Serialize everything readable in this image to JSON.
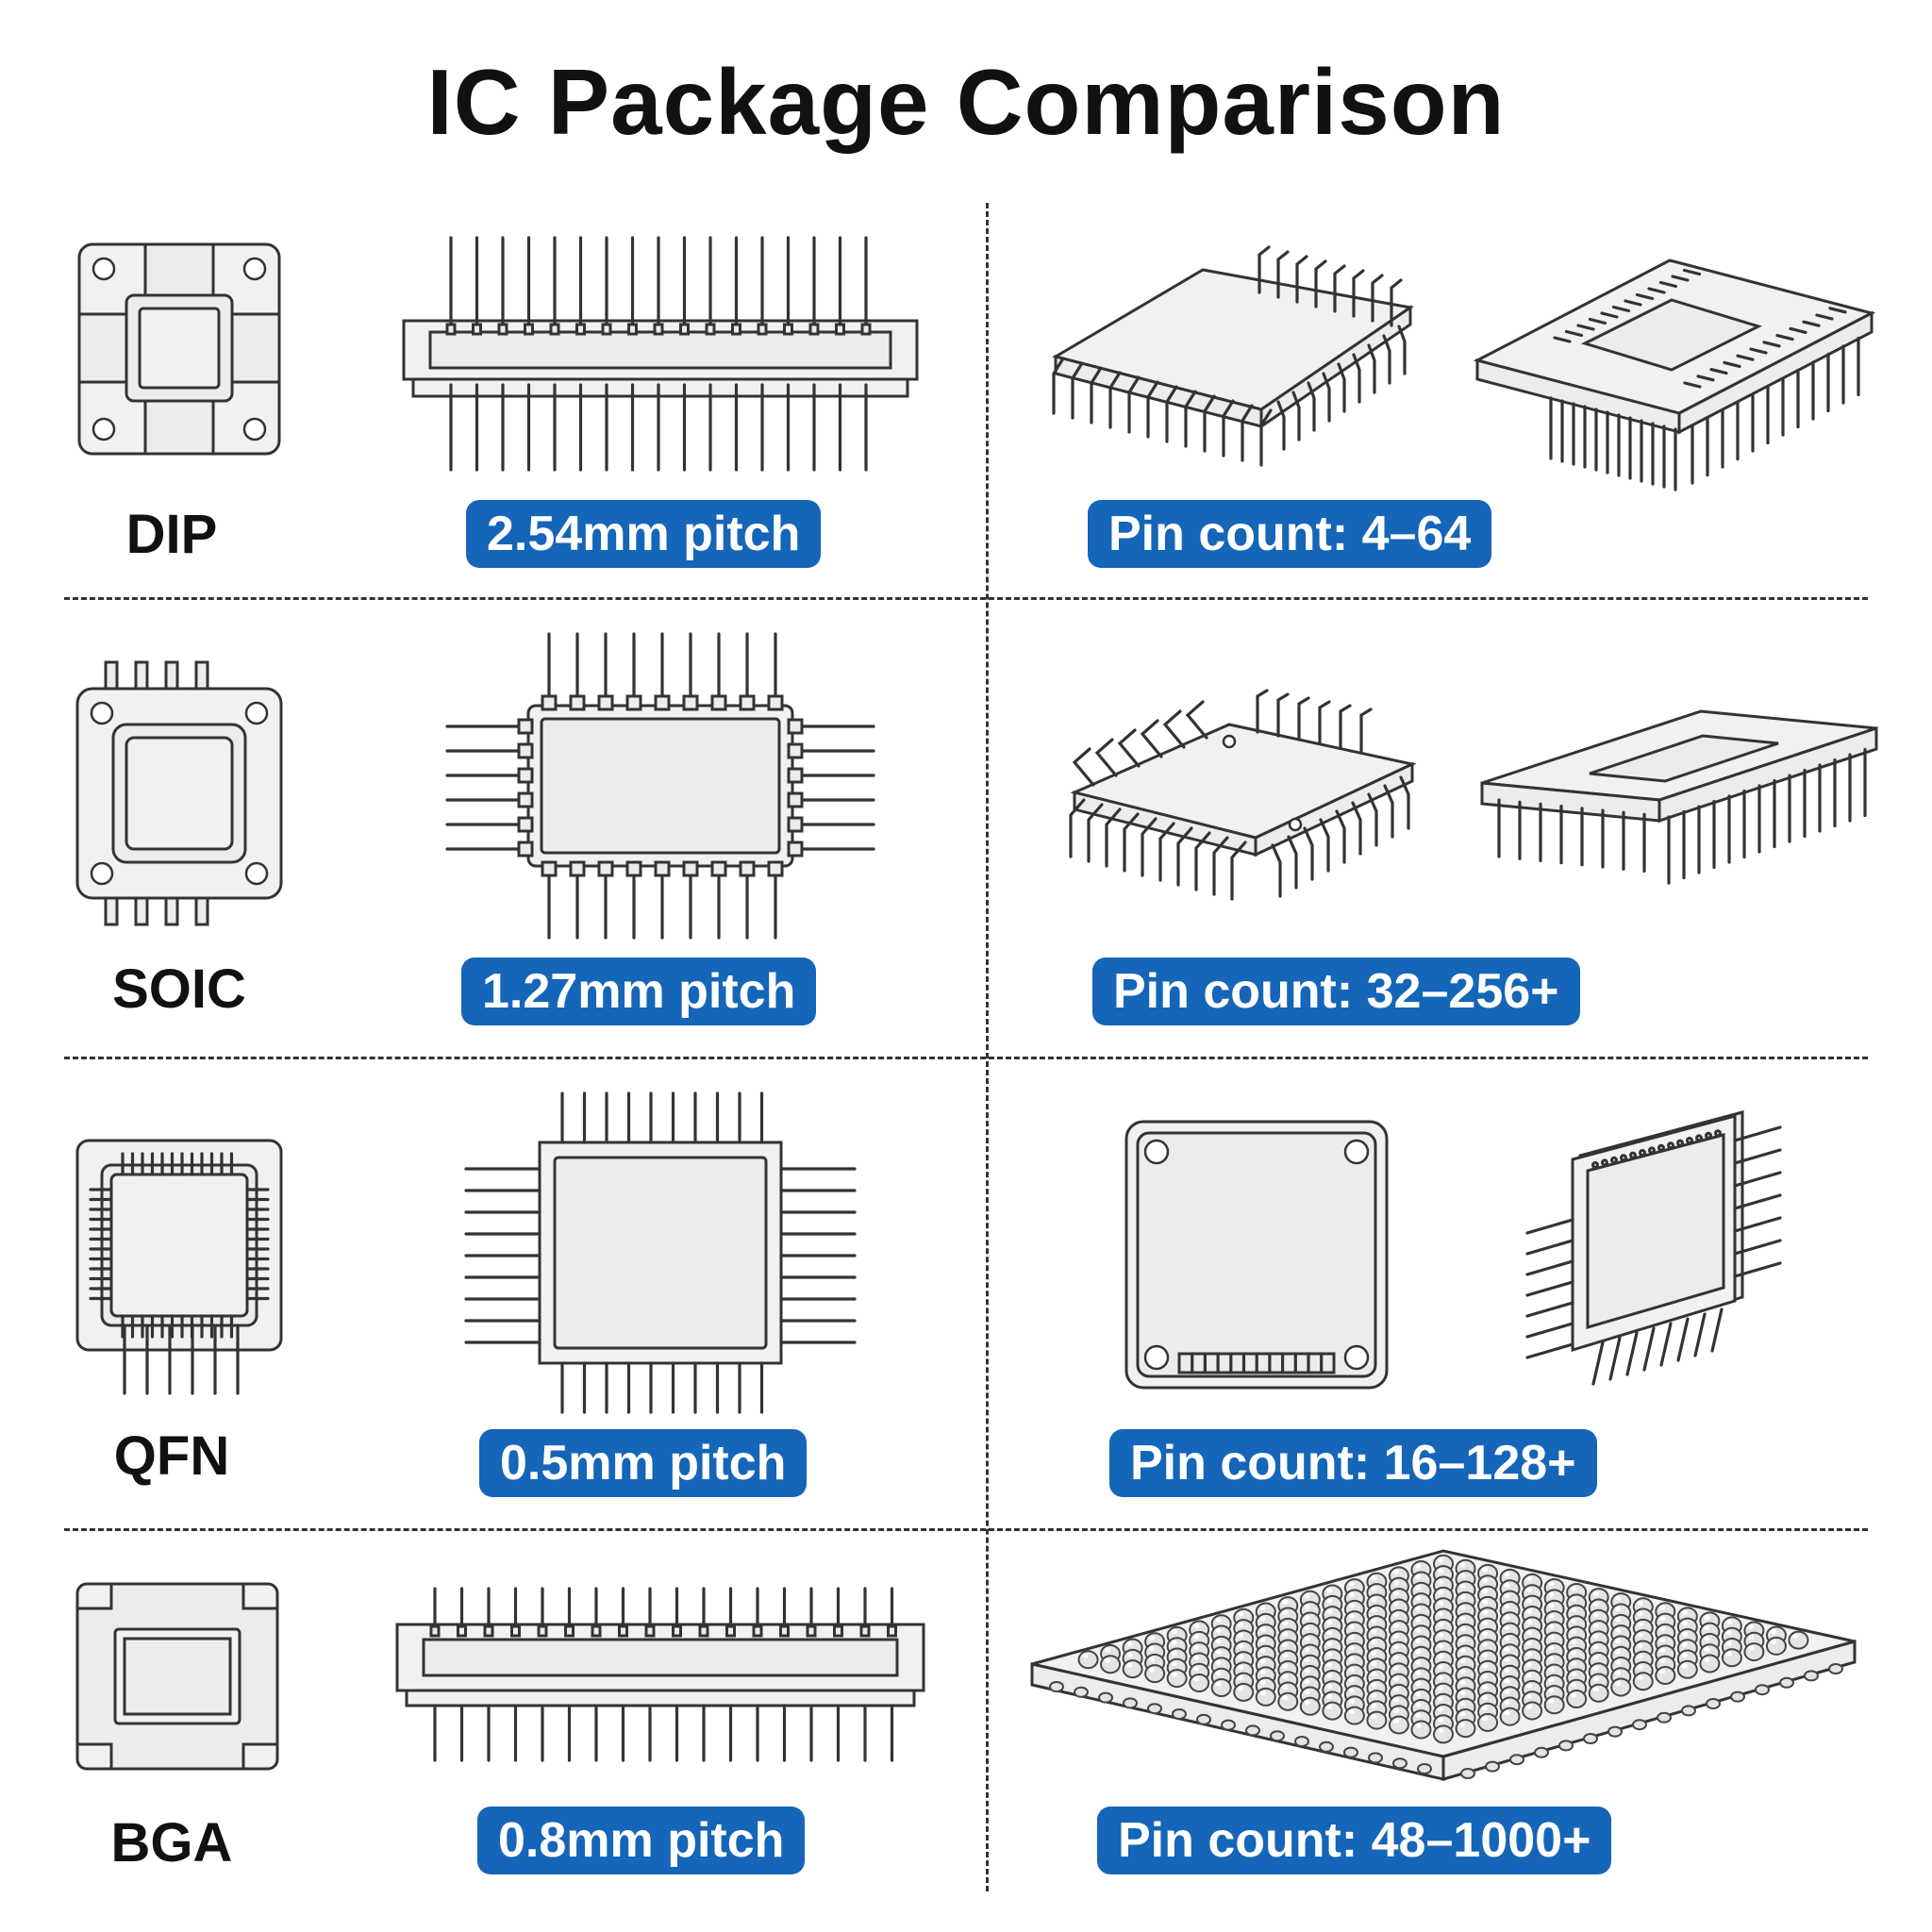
{
  "title": "IC Package Comparison",
  "rows": [
    {
      "name": "DIP",
      "pitch": "2.54mm pitch",
      "pin_count": "Pin count: 4–64"
    },
    {
      "name": "SOIC",
      "pitch": "1.27mm pitch",
      "pin_count": "Pin count: 32–256+"
    },
    {
      "name": "QFN",
      "pitch": "0.5mm pitch",
      "pin_count": "Pin count: 16–128+"
    },
    {
      "name": "BGA",
      "pitch": "0.8mm pitch",
      "pin_count": "Pin count: 48–1000+"
    }
  ],
  "colors": {
    "badge": "#1565b8",
    "badge_text": "#ffffff",
    "line": "#333333"
  }
}
